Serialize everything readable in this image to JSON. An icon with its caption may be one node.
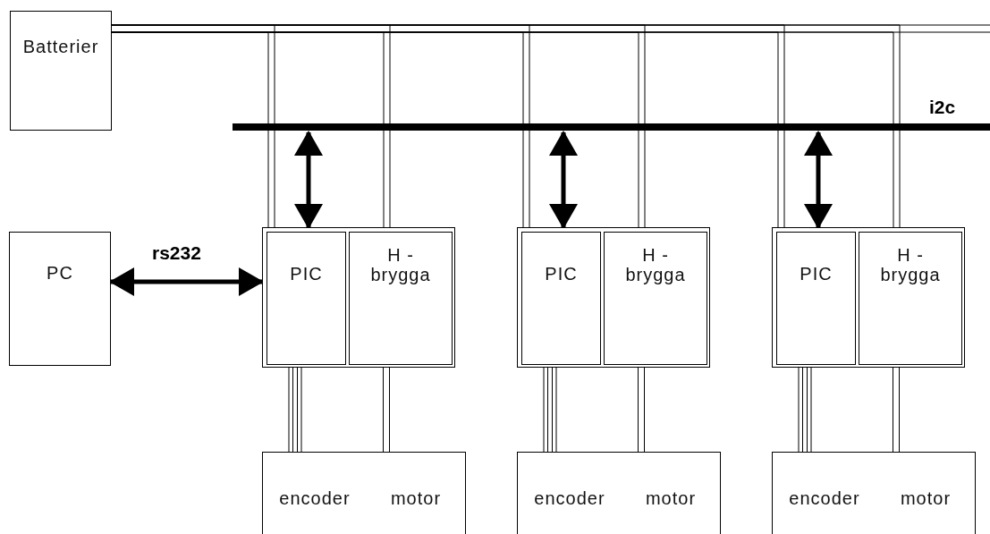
{
  "diagram": {
    "nodes": [
      {
        "text": [
          "Batterier"
        ]
      },
      {
        "text": [],
        "shape": "bar",
        "beside": [
          "i2c"
        ]
      },
      {
        "text": [
          "PC"
        ]
      },
      {
        "text": [],
        "shape": "box"
      },
      {
        "text": [
          "PIC"
        ],
        "in": 3
      },
      {
        "text": [
          "H - brygga"
        ],
        "in": 3
      },
      {
        "text": [
          "encoder"
        ]
      },
      {
        "text": [
          "motor"
        ]
      },
      {
        "text": [],
        "shape": "box"
      },
      {
        "text": [
          "PIC"
        ],
        "in": 8
      },
      {
        "text": [
          "H - brygga"
        ],
        "in": 8
      },
      {
        "text": [
          "encoder"
        ]
      },
      {
        "text": [
          "motor"
        ]
      },
      {
        "text": [],
        "shape": "box"
      },
      {
        "text": [
          "PIC"
        ],
        "in": 13
      },
      {
        "text": [
          "H - brygga"
        ],
        "in": 13
      },
      {
        "text": [
          "encoder"
        ]
      },
      {
        "text": [
          "motor"
        ]
      }
    ],
    "edges": [
      {
        "from": 0,
        "to": 3,
        "arrow": "none"
      },
      {
        "from": 0,
        "to": 3,
        "arrow": "none"
      },
      {
        "from": 1,
        "to": 3,
        "arrow": "both",
        "style": "thick"
      },
      {
        "from": 3,
        "to": 6,
        "arrow": "none"
      },
      {
        "from": 3,
        "to": 7,
        "arrow": "none"
      },
      {
        "from": 0,
        "to": 8,
        "arrow": "none"
      },
      {
        "from": 0,
        "to": 8,
        "arrow": "none"
      },
      {
        "from": 1,
        "to": 8,
        "arrow": "both",
        "style": "thick"
      },
      {
        "from": 8,
        "to": 11,
        "arrow": "none"
      },
      {
        "from": 8,
        "to": 12,
        "arrow": "none"
      },
      {
        "from": 0,
        "to": 13,
        "arrow": "none"
      },
      {
        "from": 0,
        "to": 13,
        "arrow": "none"
      },
      {
        "from": 1,
        "to": 13,
        "arrow": "both",
        "style": "thick"
      },
      {
        "from": 13,
        "to": 16,
        "arrow": "none"
      },
      {
        "from": 13,
        "to": 17,
        "arrow": "none"
      },
      {
        "from": 2,
        "to": 3,
        "arrow": "both",
        "style": "thick",
        "label": "rs232"
      }
    ]
  }
}
